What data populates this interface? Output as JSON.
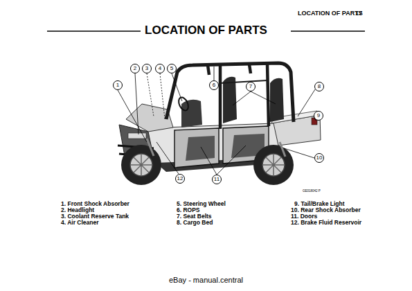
{
  "diagram": {
    "title": "LOCATION OF PARTS",
    "nodes": [
      {
        "text": [
          "2"
        ]
      },
      {
        "text": [
          "3"
        ]
      },
      {
        "text": [
          "4"
        ]
      },
      {
        "text": [
          "5"
        ]
      },
      {
        "text": [
          "1"
        ]
      },
      {
        "text": [
          "6"
        ]
      },
      {
        "text": [
          "7"
        ]
      },
      {
        "text": [
          "8"
        ]
      },
      {
        "text": [
          "9"
        ]
      },
      {
        "text": [
          "10"
        ]
      },
      {
        "text": [
          "12"
        ]
      },
      {
        "text": [
          "11"
        ]
      }
    ],
    "labels": [
      "LOCATION OF PARTS",
      "17",
      "1. Front Shock Absorber",
      "2. Headlight",
      "3. Coolant Reserve Tank",
      "4. Air Cleaner",
      "5. Steering Wheel",
      "6. ROPS",
      "7. Seat Belts",
      "8. Cargo Bed",
      "9. Tail/Brake Light",
      "10. Rear Shock Absorber",
      "11. Doors",
      "12. Brake Fluid Reservoir",
      "GE018042 P",
      "eBay - manual.central"
    ]
  }
}
